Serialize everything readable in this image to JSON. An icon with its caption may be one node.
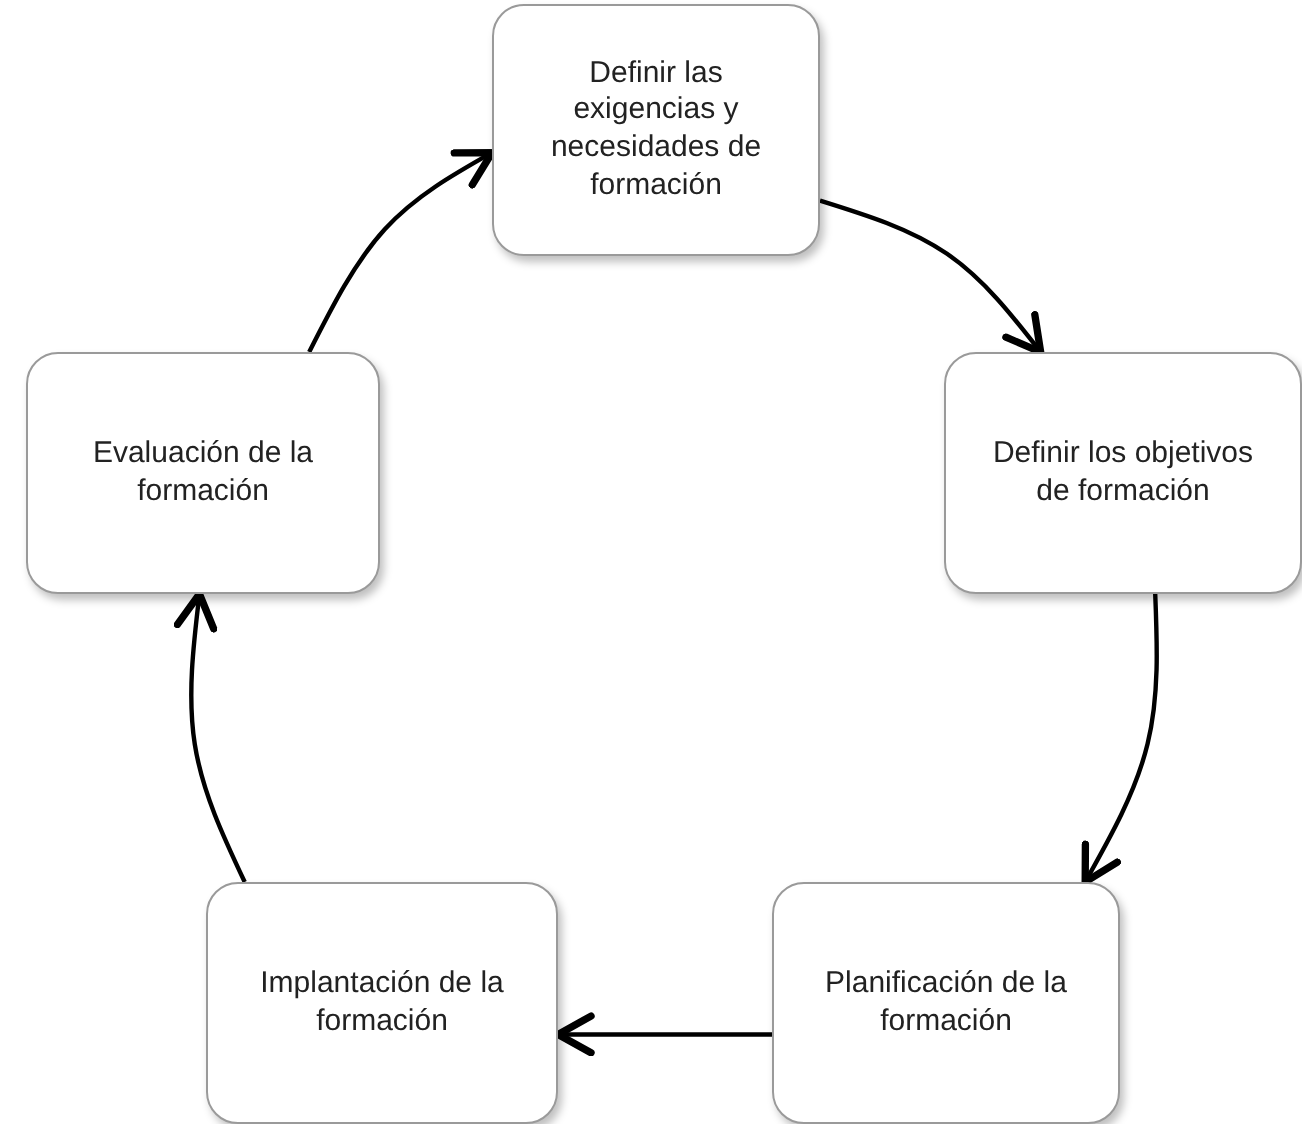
{
  "diagram": {
    "nodes": [
      {
        "text": [
          "Definir las exigencias y necesidades de formación"
        ]
      },
      {
        "text": [
          "Definir los objetivos de formación"
        ]
      },
      {
        "text": [
          "Planificación de la formación"
        ]
      },
      {
        "text": [
          "Implantación de la formación"
        ]
      },
      {
        "text": [
          "Evaluación de la formación"
        ]
      }
    ],
    "edges": [
      {
        "from": 4,
        "to": 0,
        "arrow": "to"
      },
      {
        "from": 0,
        "to": 1,
        "arrow": "to"
      },
      {
        "from": 1,
        "to": 2,
        "arrow": "to"
      },
      {
        "from": 2,
        "to": 3,
        "arrow": "to"
      },
      {
        "from": 3,
        "to": 4,
        "arrow": "to"
      }
    ]
  }
}
